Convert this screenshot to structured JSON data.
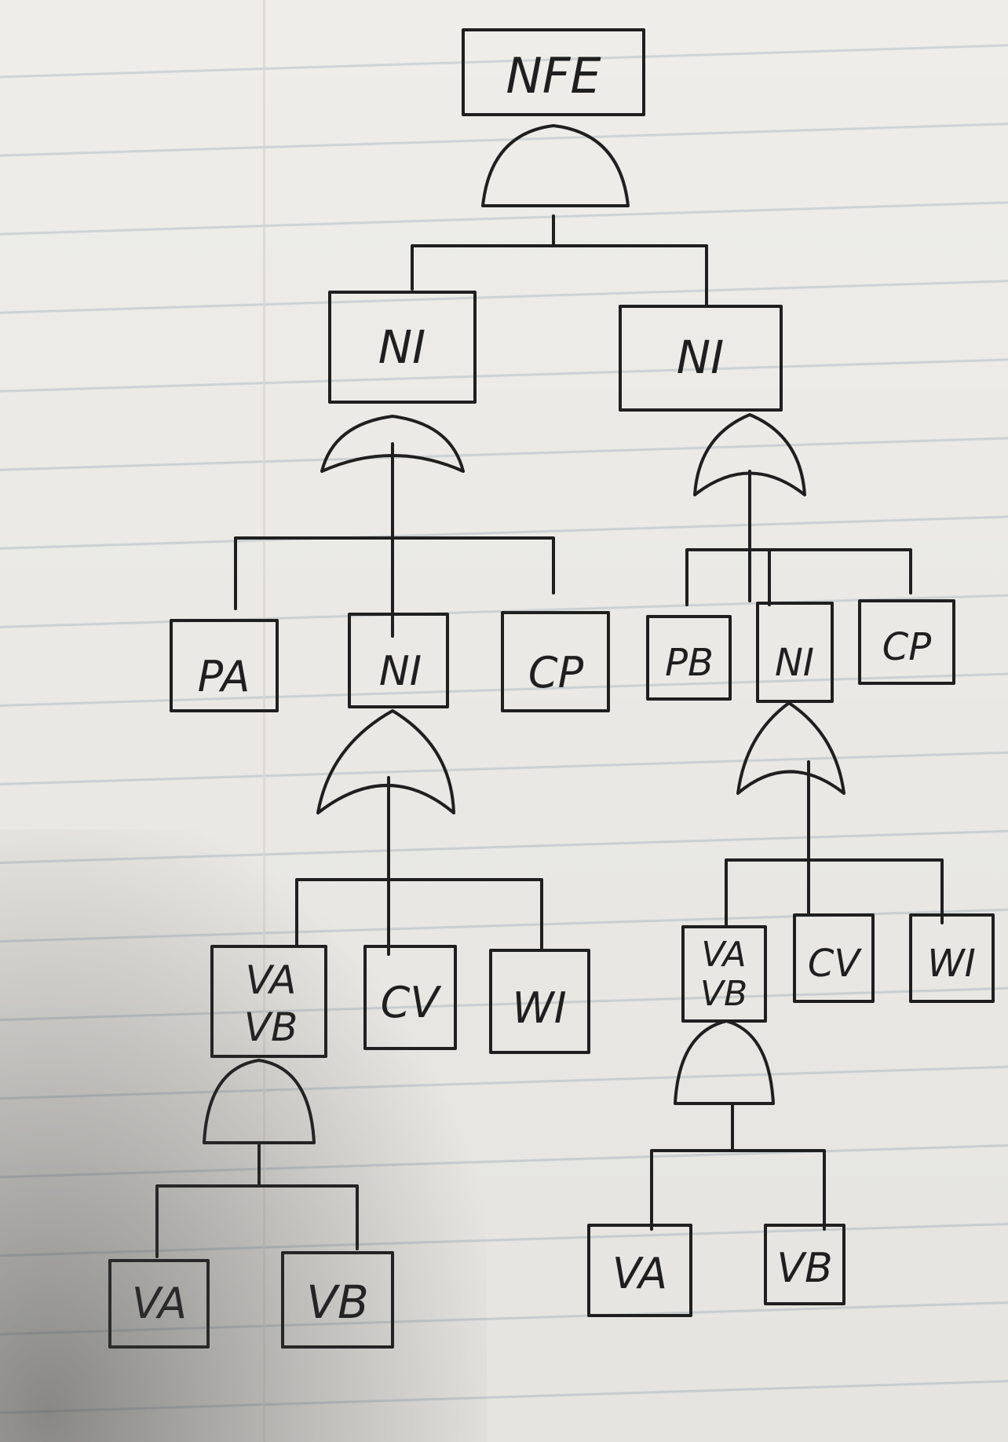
{
  "diagram": {
    "root": "NFE",
    "left_branch": {
      "top": "NI",
      "children": [
        "PA",
        "NI",
        "CP"
      ],
      "sub": [
        "VA\nVB",
        "CV",
        "WI"
      ],
      "leaves": [
        "VA",
        "VB"
      ]
    },
    "right_branch": {
      "top": "NI",
      "children": [
        "PB",
        "NI",
        "CP"
      ],
      "sub": [
        "VA\nVB",
        "CV",
        "WI"
      ],
      "leaves": [
        "VA",
        "VB"
      ]
    }
  }
}
